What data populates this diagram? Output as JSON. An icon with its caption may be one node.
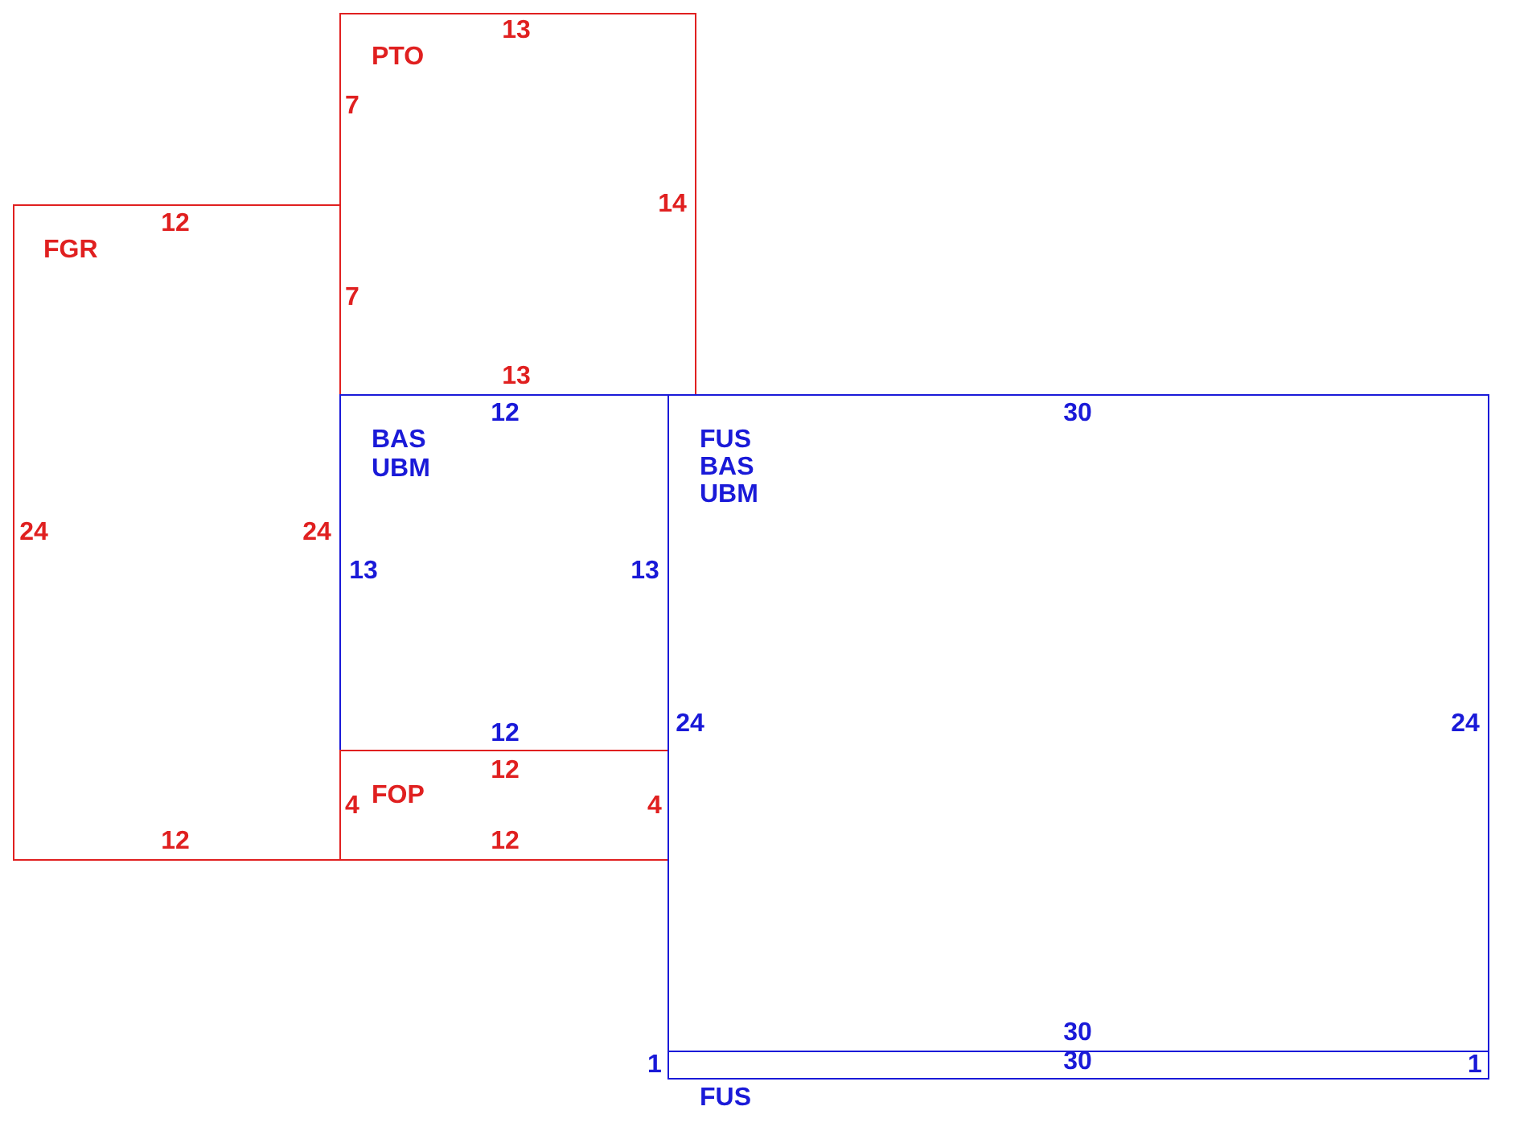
{
  "diagram": {
    "nodes": [
      {
        "text": [
          "PTO",
          "13",
          "7",
          "14",
          "7",
          "13"
        ]
      },
      {
        "text": [
          "FGR",
          "12",
          "24",
          "24",
          "12"
        ]
      },
      {
        "text": [
          "BAS",
          "UBM",
          "12",
          "13",
          "13",
          "12"
        ]
      },
      {
        "text": [
          "FOP",
          "12",
          "4",
          "4",
          "12"
        ]
      },
      {
        "text": [
          "FUS",
          "BAS",
          "UBM",
          "30",
          "24",
          "24",
          "30"
        ]
      },
      {
        "text": [
          "1",
          "30",
          "1",
          "FUS"
        ]
      }
    ]
  }
}
